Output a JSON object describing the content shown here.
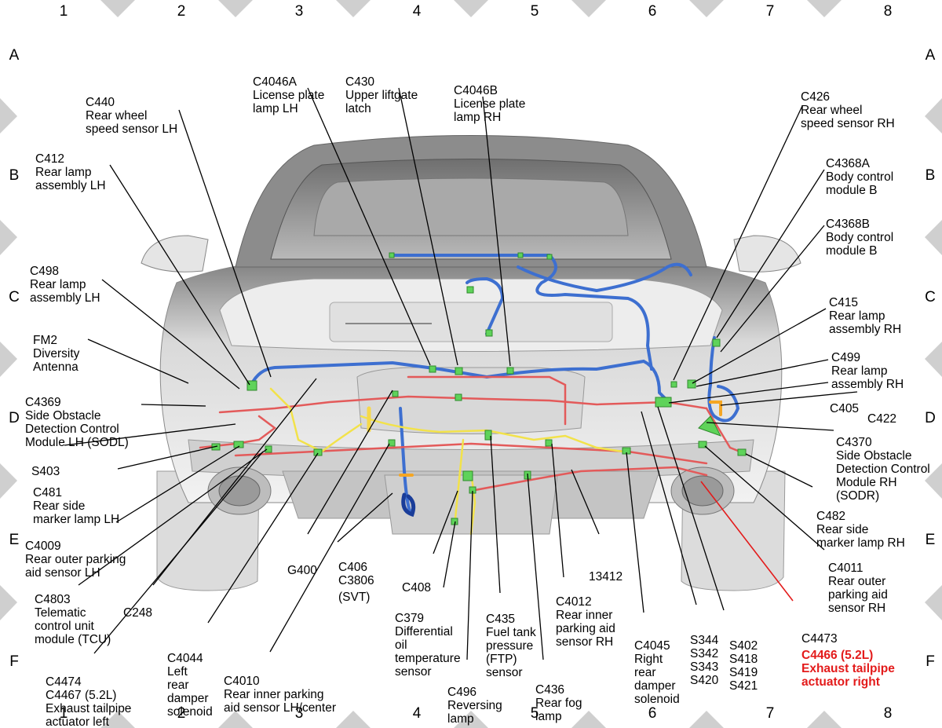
{
  "grid": {
    "columns": [
      "1",
      "2",
      "3",
      "4",
      "5",
      "6",
      "7",
      "8"
    ],
    "rows": [
      "A",
      "B",
      "C",
      "D",
      "E",
      "F"
    ]
  },
  "colors": {
    "wire_blue": "#3d6fd0",
    "wire_red": "#e35a5a",
    "wire_yellow": "#f2e24a",
    "connector_green": "#5fd35a",
    "highlight_orange": "#f5a623",
    "callout_red": "#e31b1b"
  },
  "labels": {
    "c440": [
      "C440",
      "Rear wheel",
      "speed sensor LH"
    ],
    "c4046a": [
      "C4046A",
      "License plate",
      "lamp LH"
    ],
    "c430": [
      "C430",
      "Upper liftgate",
      "latch"
    ],
    "c4046b": [
      "C4046B",
      "License plate",
      "lamp RH"
    ],
    "c426": [
      "C426",
      "Rear wheel",
      "speed sensor RH"
    ],
    "c412": [
      "C412",
      "Rear lamp",
      "assembly LH"
    ],
    "c4368a": [
      "C4368A",
      "Body control",
      "module B"
    ],
    "c4368b": [
      "C4368B",
      "Body control",
      "module B"
    ],
    "c498": [
      "C498",
      "Rear lamp",
      "assembly LH"
    ],
    "c415": [
      "C415",
      "Rear lamp",
      "assembly RH"
    ],
    "fm2": [
      "FM2",
      "Diversity",
      "Antenna"
    ],
    "c499": [
      "C499",
      "Rear lamp",
      "assembly RH"
    ],
    "c4369": [
      "C4369",
      "Side Obstacle",
      "Detection Control",
      "Module LH (SODL)"
    ],
    "c405": [
      "C405"
    ],
    "c422": [
      "C422"
    ],
    "c4370": [
      "C4370",
      "Side Obstacle",
      "Detection Control",
      "Module RH",
      "(SODR)"
    ],
    "s403": [
      "S403"
    ],
    "c481": [
      "C481",
      "Rear side",
      "marker lamp LH"
    ],
    "c482": [
      "C482",
      "Rear side",
      "marker lamp RH"
    ],
    "c4009": [
      "C4009",
      "Rear outer parking",
      "aid sensor LH"
    ],
    "c4011": [
      "C4011",
      "Rear outer",
      "parking aid",
      "sensor RH"
    ],
    "g400": [
      "G400"
    ],
    "c406": [
      "C406",
      "C3806",
      "(SVT)"
    ],
    "c408": [
      "C408"
    ],
    "n13412": [
      "13412"
    ],
    "c4803": [
      "C4803",
      "Telematic",
      "control unit",
      "module (TCU)"
    ],
    "c248": [
      "C248"
    ],
    "c4012": [
      "C4012",
      "Rear inner",
      "parking aid",
      "sensor RH"
    ],
    "c379": [
      "C379",
      "Differential",
      "oil",
      "temperature",
      "sensor"
    ],
    "c435": [
      "C435",
      "Fuel tank",
      "pressure",
      "(FTP)",
      "sensor"
    ],
    "c4045": [
      "C4045",
      "Right",
      "rear",
      "damper",
      "solenoid"
    ],
    "s344": [
      "S344",
      "S342",
      "S343",
      "S420"
    ],
    "s402": [
      "S402",
      "S418",
      "S419",
      "S421"
    ],
    "c4473_top": [
      "C4473"
    ],
    "c4466": [
      "C4466 (5.2L)",
      "Exhaust tailpipe",
      "actuator right"
    ],
    "c4044": [
      "C4044",
      "Left",
      "rear",
      "damper",
      "solenoid"
    ],
    "c4010": [
      "C4010",
      "Rear inner parking",
      "aid sensor LH/center"
    ],
    "c4474": [
      "C4474",
      "C4467 (5.2L)",
      "Exhaust tailpipe",
      "actuator left"
    ],
    "c496": [
      "C496",
      "Reversing",
      "lamp"
    ],
    "c436": [
      "C436",
      "Rear fog",
      "lamp"
    ]
  }
}
